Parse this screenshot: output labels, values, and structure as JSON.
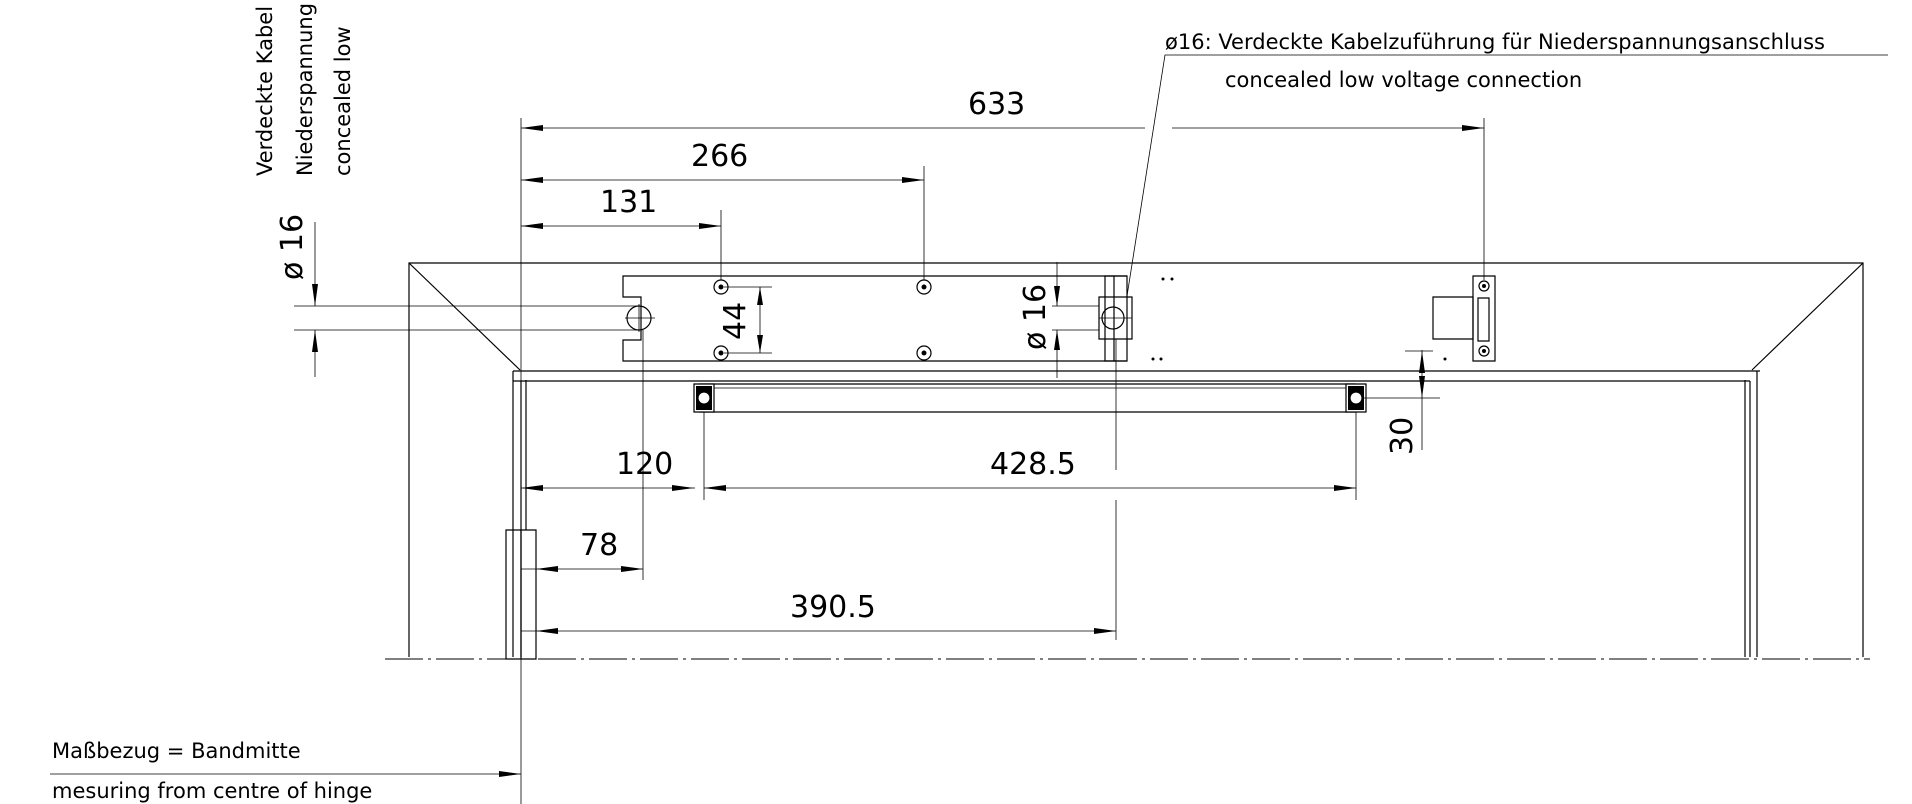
{
  "notes": {
    "cable_de": "ø16: Verdeckte Kabelzuführung für Niederspannungsanschluss",
    "cable_en": "concealed low voltage connection",
    "vertical_1": "Verdeckte Kabel",
    "vertical_2": "Niederspannung",
    "vertical_3": "concealed low",
    "ref_de": "Maßbezug = Bandmitte",
    "ref_en": "mesuring from centre of hinge"
  },
  "dimensions": {
    "d633": "633",
    "d266": "266",
    "d131": "131",
    "d16_left": "ø 16",
    "d44": "44",
    "d16_mid": "ø 16",
    "d120": "120",
    "d428_5": "428.5",
    "d30": "30",
    "d78": "78",
    "d390_5": "390.5"
  }
}
